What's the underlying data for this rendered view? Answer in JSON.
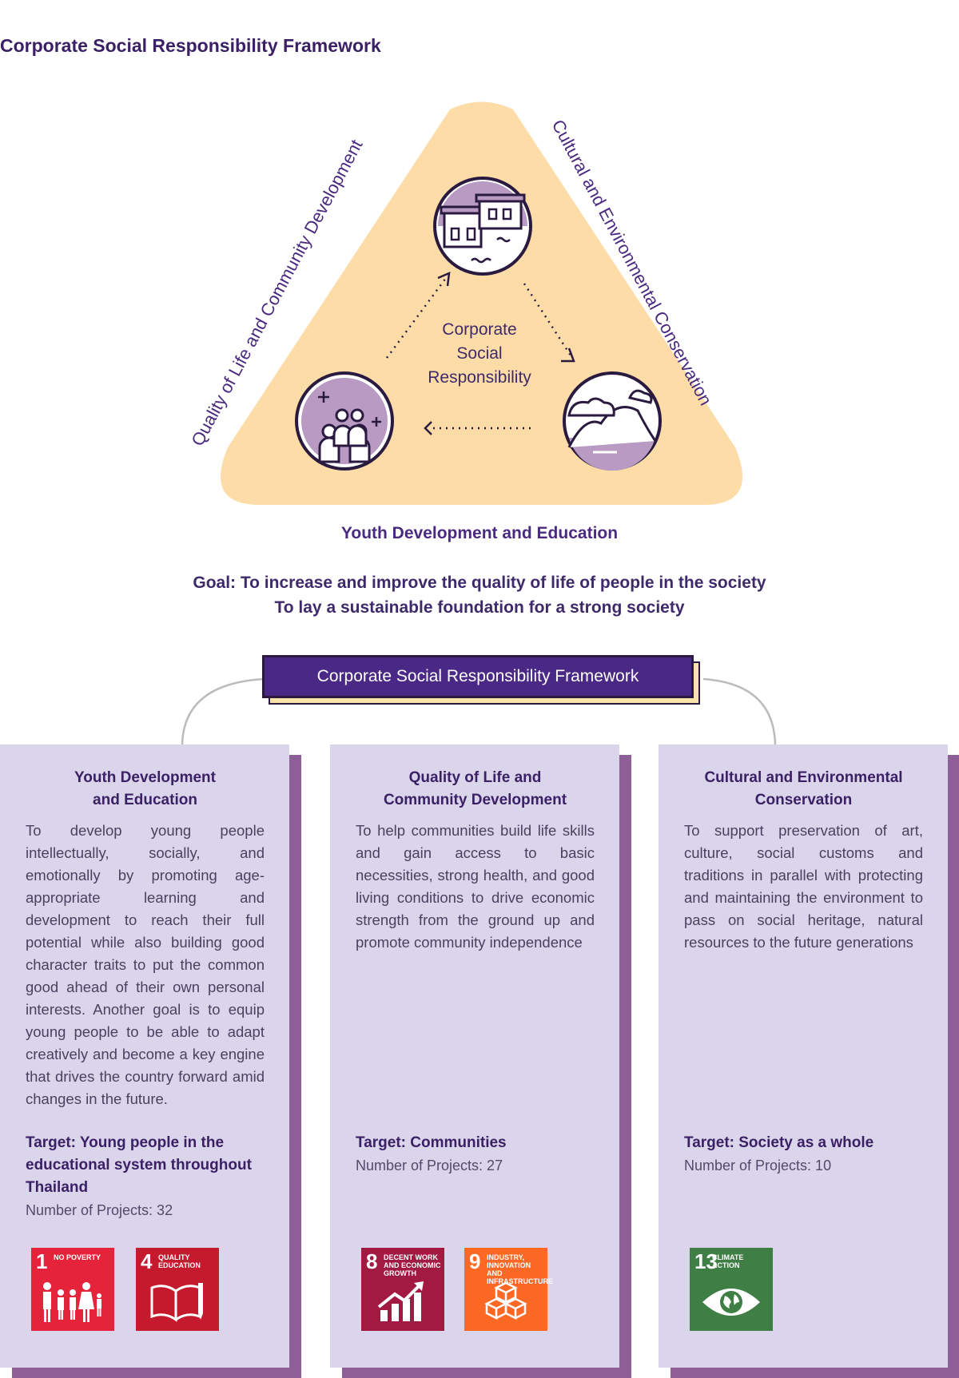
{
  "page_title": "Corporate Social Responsibility Framework",
  "triangle": {
    "left_label": "Quality of Life and Community Development",
    "right_label": "Cultural and Environmental Conservation",
    "center_lines": [
      "Corporate",
      "Social",
      "Responsibility"
    ],
    "bottom_label": "Youth Development and Education"
  },
  "goal_lines": [
    "Goal: To increase and improve the quality of life of people in the society",
    "To lay a sustainable foundation for a strong society"
  ],
  "framework_banner": "Corporate Social Responsibility Framework",
  "cards": [
    {
      "title_lines": [
        "Youth Development",
        "and Education"
      ],
      "description": "To develop young people intellectually, socially, and emotionally by promoting age-appropriate learning and development to reach their full potential while also building good character traits to put the common good ahead of their own personal interests. Another goal is to equip young people to be able to adapt creatively and become a key engine that drives the country forward amid changes in the future.",
      "target": "Target: Young people in the educational system throughout Thailand",
      "projects": "Number of Projects: 32",
      "sdgs": [
        {
          "number": "1",
          "label": "NO POVERTY",
          "color": "#e5243b",
          "icon": "family-icon"
        },
        {
          "number": "4",
          "label": "QUALITY EDUCATION",
          "color": "#c5192d",
          "icon": "book-icon"
        }
      ]
    },
    {
      "title_lines": [
        "Quality of Life and",
        "Community Development"
      ],
      "description": "To help communities build life skills and gain access to basic necessities, strong health, and good living conditions to drive economic strength from the ground up and promote community independence",
      "target": "Target: Communities",
      "projects": "Number of Projects: 27",
      "sdgs": [
        {
          "number": "8",
          "label": "DECENT WORK AND ECONOMIC GROWTH",
          "color": "#a21942",
          "icon": "growth-chart-icon"
        },
        {
          "number": "9",
          "label": "INDUSTRY, INNOVATION AND INFRASTRUCTURE",
          "color": "#fd6925",
          "icon": "cubes-icon"
        }
      ]
    },
    {
      "title_lines": [
        "Cultural and Environmental",
        "Conservation"
      ],
      "description": "To support preservation of art, culture, social customs and traditions in parallel with protecting and maintaining the environment to pass on social heritage, natural resources to the future generations",
      "target": "Target: Society as a whole",
      "projects": "Number of Projects: 10",
      "sdgs": [
        {
          "number": "13",
          "label": "CLIMATE ACTION",
          "color": "#3f7e44",
          "icon": "eye-globe-icon"
        }
      ]
    }
  ]
}
